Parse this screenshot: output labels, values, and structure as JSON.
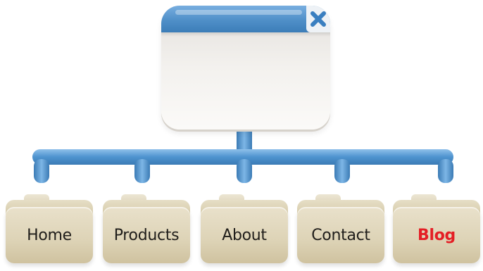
{
  "nav": {
    "items": [
      {
        "label": "Home",
        "active": false
      },
      {
        "label": "Products",
        "active": false
      },
      {
        "label": "About",
        "active": false
      },
      {
        "label": "Contact",
        "active": false
      },
      {
        "label": "Blog",
        "active": true
      }
    ]
  },
  "colors": {
    "titlebar": "#4f8fc8",
    "connector": "#4e93cf",
    "close_icon": "#3a7fc0",
    "folder": "#ddd3b6",
    "active_label": "#e41e25",
    "label": "#1f1d1a"
  },
  "icons": {
    "window": "browser-window-icon",
    "close": "close-icon",
    "folder": "folder-icon"
  }
}
